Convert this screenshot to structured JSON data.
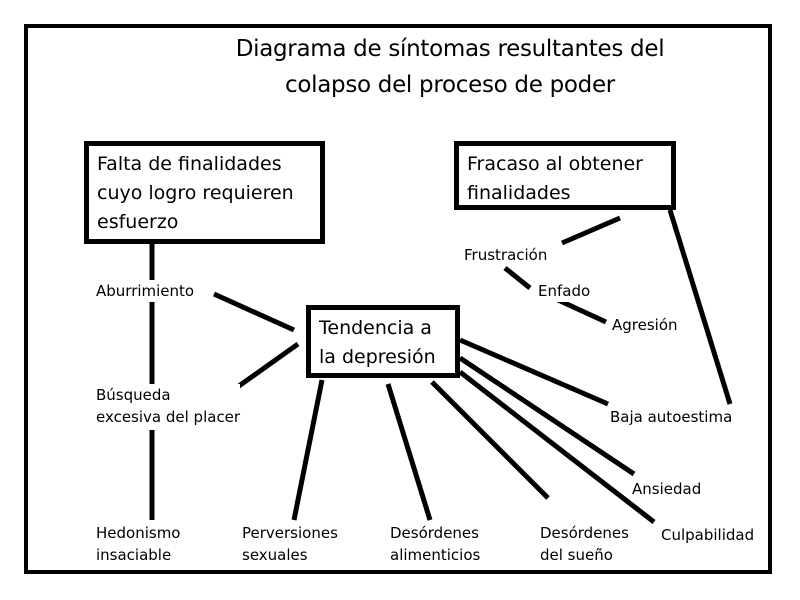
{
  "title_lines": [
    "Diagrama de síntomas resultantes del",
    "colapso del proceso de poder"
  ],
  "nodes": {
    "falta": {
      "lines": [
        "Falta de finalidades",
        "cuyo logro requieren",
        "esfuerzo"
      ]
    },
    "fracaso": {
      "lines": [
        "Fracaso al obtener",
        "finalidades"
      ]
    },
    "tendencia": {
      "lines": [
        "Tendencia a",
        "la depresión"
      ]
    },
    "frustracion": {
      "lines": [
        "Frustración"
      ]
    },
    "enfado": {
      "lines": [
        "Enfado"
      ]
    },
    "agresion": {
      "lines": [
        "Agresión"
      ]
    },
    "aburrimiento": {
      "lines": [
        "Aburrimiento"
      ]
    },
    "busqueda": {
      "lines": [
        "Búsqueda",
        "excesiva del placer"
      ]
    },
    "baja": {
      "lines": [
        "Baja autoestima"
      ]
    },
    "ansiedad": {
      "lines": [
        "Ansiedad"
      ]
    },
    "hedonismo": {
      "lines": [
        "Hedonismo",
        "insaciable"
      ]
    },
    "perversiones": {
      "lines": [
        "Perversiones",
        "sexuales"
      ]
    },
    "alimenticios": {
      "lines": [
        "Desórdenes",
        "alimenticios"
      ]
    },
    "sueno": {
      "lines": [
        "Desórdenes",
        "del sueño"
      ]
    },
    "culpabilidad": {
      "lines": [
        "Culpabilidad"
      ]
    }
  },
  "edges": [
    {
      "from": "falta",
      "to": "aburrimiento"
    },
    {
      "from": "aburrimiento",
      "to": "busqueda"
    },
    {
      "from": "busqueda",
      "to": "hedonismo"
    },
    {
      "from": "aburrimiento",
      "to": "tendencia"
    },
    {
      "from": "busqueda",
      "to": "tendencia"
    },
    {
      "from": "fracaso",
      "to": "frustracion"
    },
    {
      "from": "frustracion",
      "to": "enfado"
    },
    {
      "from": "enfado",
      "to": "agresion"
    },
    {
      "from": "fracaso",
      "to": "baja"
    },
    {
      "from": "tendencia",
      "to": "baja"
    },
    {
      "from": "tendencia",
      "to": "ansiedad"
    },
    {
      "from": "tendencia",
      "to": "culpabilidad"
    },
    {
      "from": "tendencia",
      "to": "sueno"
    },
    {
      "from": "tendencia",
      "to": "alimenticios"
    },
    {
      "from": "tendencia",
      "to": "perversiones"
    }
  ]
}
